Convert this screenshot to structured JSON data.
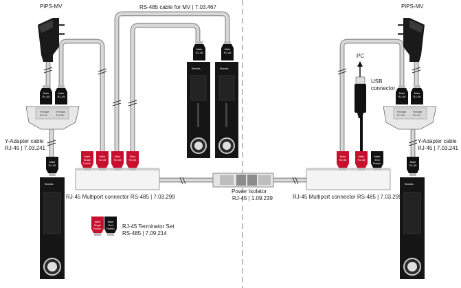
{
  "labels": {
    "pips_left": "PiPS-MV",
    "pips_right": "PiPS-MV",
    "rs485_cable": "RS-485 cable for MV | 7.03.467",
    "pc": "PC",
    "usb_line1": "USB",
    "usb_line2": "connector",
    "yadapter_left_l1": "Y-Adapter cable",
    "yadapter_left_l2": "RJ-45 | 7.03.241",
    "yadapter_right_l1": "Y-Adapter cable",
    "yadapter_right_l2": "RJ-45 | 7.03.241",
    "multiport_left": "RJ-45 Multiport connector RS-485 | 7.03.299",
    "multiport_right": "RJ-45 Multiport connector RS-485 | 7.03.299",
    "isolator_l1": "Power Isolator",
    "isolator_l2": "RJ-45 | 1.09.239",
    "terminator_l1": "RJ-45 Terminator Set",
    "terminator_l2": "RS-485 | 7.09.214"
  },
  "plug_labels": {
    "male": "Male",
    "rj45": "RJ-45",
    "begin": "Begin",
    "end": "End",
    "termin": "Termin.",
    "female": "Female",
    "brand": "Brooks"
  },
  "colors": {
    "plug_red": "#c8102e",
    "plug_black": "#111111",
    "cable_gray": "#b5b5b5",
    "device_black": "#151515"
  }
}
